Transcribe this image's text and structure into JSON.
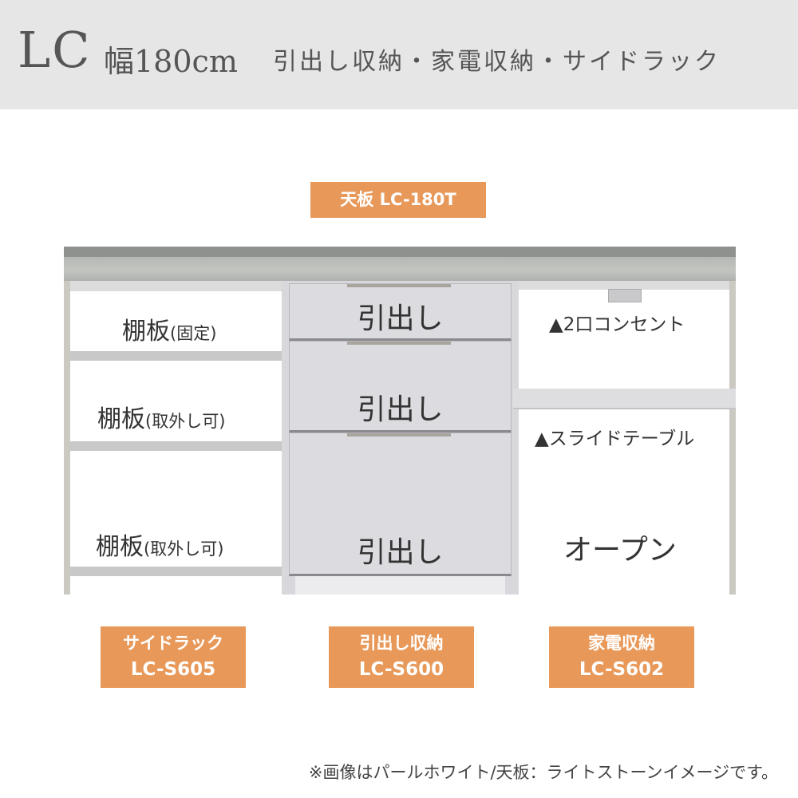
{
  "header": {
    "series": "LC",
    "width": "幅180cm",
    "subtitle": "引出し収納・家電収納・サイドラック"
  },
  "top_label": "天板 LC-180T",
  "left_unit": {
    "shelves": [
      {
        "name": "棚板",
        "note": "(固定)"
      },
      {
        "name": "棚板",
        "note": "(取外し可)"
      },
      {
        "name": "棚板",
        "note": "(取外し可)"
      }
    ]
  },
  "center_unit": {
    "drawers": [
      "引出し",
      "引出し",
      "引出し"
    ]
  },
  "right_unit": {
    "outlet": "▲2口コンセント",
    "slide_table": "▲スライドテーブル",
    "open": "オープン"
  },
  "bottom_labels": [
    {
      "name": "サイドラック",
      "code": "LC-S605"
    },
    {
      "name": "引出し収納",
      "code": "LC-S600"
    },
    {
      "name": "家電収納",
      "code": "LC-S602"
    }
  ],
  "colors": {
    "accent": "#e8995a",
    "header_bg": "#e6e6e6"
  },
  "footnote": "※画像はパールホワイト/天板：ライトストーンイメージです。"
}
